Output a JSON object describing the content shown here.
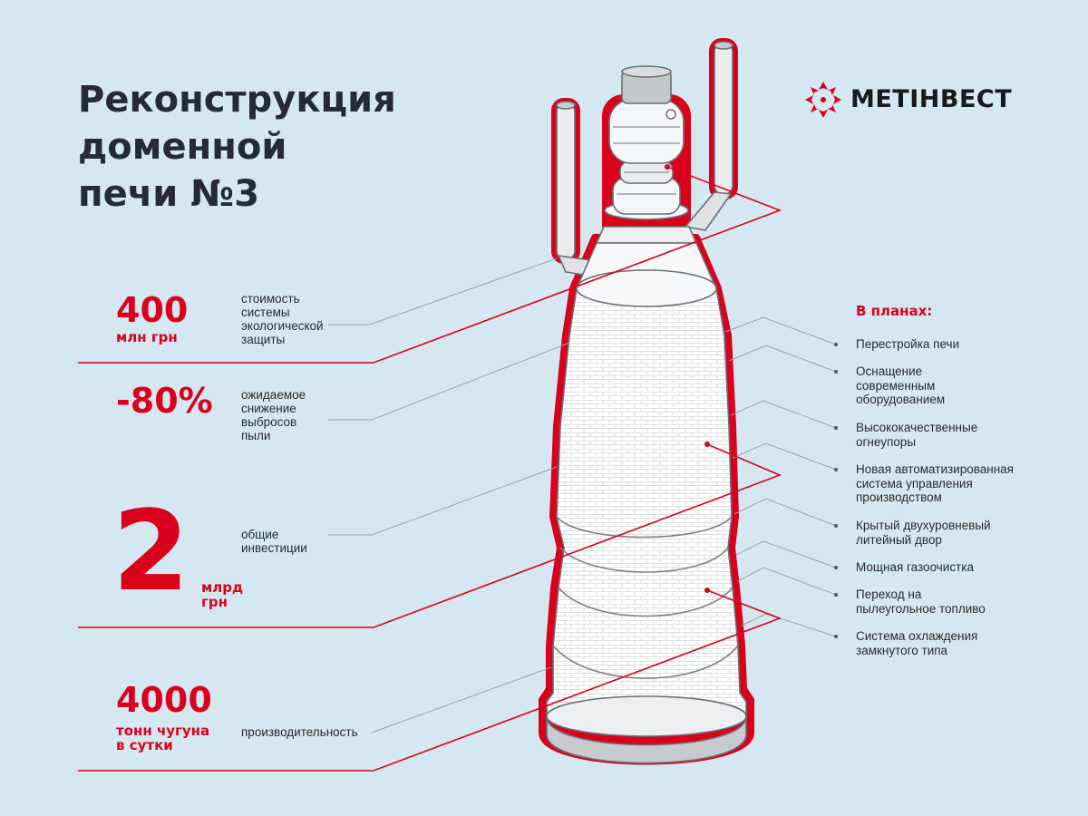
{
  "title": {
    "line1": "Реконструкция",
    "line2": "доменной",
    "line3": "печи №3"
  },
  "brand": {
    "name": "МЕТІНВЕСТ",
    "color": "#d9001c"
  },
  "colors": {
    "background": "#d5e8f2",
    "accent": "#d9001c",
    "text": "#2a2a2a"
  },
  "stats": [
    {
      "value": "400",
      "unit": "млн грн",
      "description": [
        "стоимость",
        "системы",
        "экологической",
        "защиты"
      ]
    },
    {
      "value": "-80%",
      "unit": "",
      "description": [
        "ожидаемое",
        "снижение",
        "выбросов",
        "пыли"
      ]
    },
    {
      "value": "2",
      "unit": [
        "млрд",
        "грн"
      ],
      "description": [
        "общие",
        "инвестиции"
      ]
    },
    {
      "value": "4000",
      "unit": [
        "тонн чугуна",
        "в сутки"
      ],
      "description": [
        "производительность"
      ]
    }
  ],
  "plans": {
    "heading": "В планах:",
    "items": [
      [
        "Перестройка печи"
      ],
      [
        "Оснащение",
        "современным",
        "оборудованием"
      ],
      [
        "Высококачественные",
        "огнеупоры"
      ],
      [
        "Новая автоматизированная",
        "система управления",
        "производством"
      ],
      [
        "Крытый двухуровневый",
        "литейный двор"
      ],
      [
        "Мощная газоочистка"
      ],
      [
        "Переход на",
        "пылеугольное топливо"
      ],
      [
        "Система охлаждения",
        "замкнутого типа"
      ]
    ]
  }
}
